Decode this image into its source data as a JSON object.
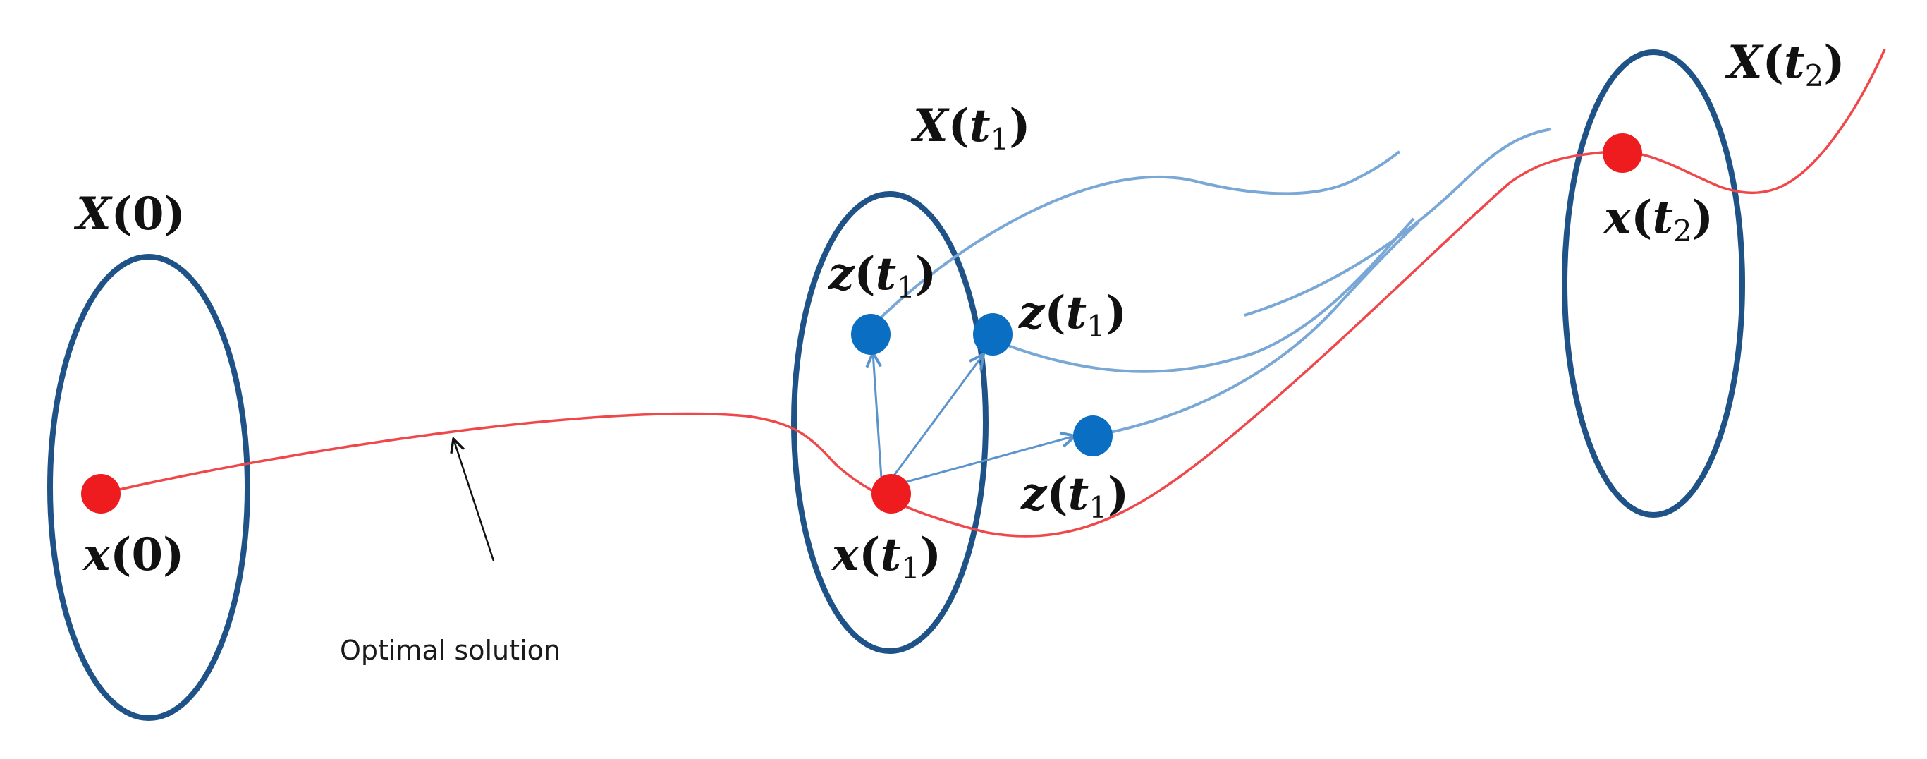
{
  "sets": {
    "x0": {
      "label_var": "X",
      "label_arg": "0"
    },
    "x1": {
      "label_var": "X",
      "label_arg": "t",
      "label_sub": "1"
    },
    "x2": {
      "label_var": "X",
      "label_arg": "t",
      "label_sub": "2"
    }
  },
  "points": {
    "state_0": {
      "label_var": "x",
      "label_arg": "0"
    },
    "state_t1": {
      "label_var": "x",
      "label_arg": "t",
      "label_sub": "1"
    },
    "state_t2": {
      "label_var": "x",
      "label_arg": "t",
      "label_sub": "2"
    },
    "candidate_a": {
      "label_var": "z",
      "label_arg": "t",
      "label_sub": "1"
    },
    "candidate_b": {
      "label_var": "z",
      "label_arg": "t",
      "label_sub": "1"
    },
    "candidate_c": {
      "label_var": "z",
      "label_arg": "t",
      "label_sub": "1"
    }
  },
  "annotation": {
    "text": "Optimal solution"
  },
  "colors": {
    "set_outline": "#1f5287",
    "optimal_path": "#f0474a",
    "optimal_point": "#ee1c1f",
    "candidate_path": "#79a7d6",
    "candidate_point": "#0a6fc2"
  }
}
